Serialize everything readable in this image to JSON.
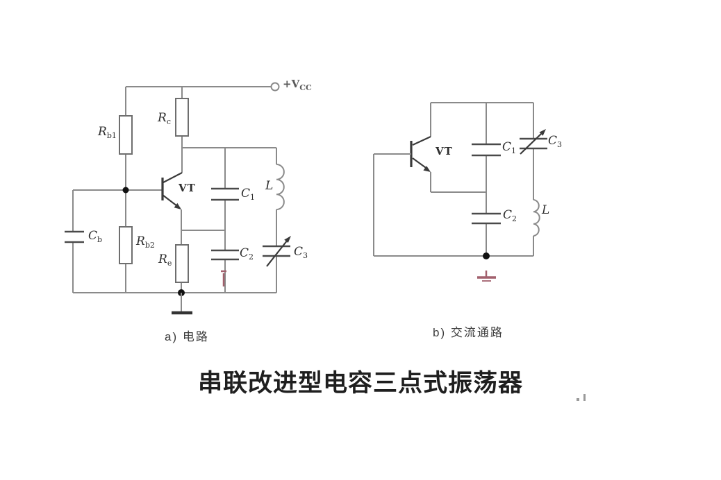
{
  "title": "串联改进型电容三点式振荡器",
  "fig_a": {
    "caption": "a) 电路",
    "vcc": {
      "main": "+V",
      "sub": "CC"
    },
    "rb1": {
      "main": "R",
      "sub": "b1"
    },
    "rc": {
      "main": "R",
      "sub": "c"
    },
    "rb2": {
      "main": "R",
      "sub": "b2"
    },
    "re": {
      "main": "R",
      "sub": "e"
    },
    "cb": {
      "main": "C",
      "sub": "b"
    },
    "c1": {
      "main": "C",
      "sub": "1"
    },
    "c2": {
      "main": "C",
      "sub": "2"
    },
    "c3": {
      "main": "C",
      "sub": "3"
    },
    "l": {
      "main": "L"
    },
    "vt": {
      "main": "VT"
    }
  },
  "fig_b": {
    "caption": "b) 交流通路",
    "c1": {
      "main": "C",
      "sub": "1"
    },
    "c2": {
      "main": "C",
      "sub": "2"
    },
    "c3": {
      "main": "C",
      "sub": "3"
    },
    "l": {
      "main": "L"
    },
    "vt": {
      "main": "VT"
    }
  },
  "colors": {
    "wire": "#8a8a8a",
    "component": "#4a4a4a",
    "ink": "#1f1f1f",
    "red_mark": "#a2606d"
  }
}
